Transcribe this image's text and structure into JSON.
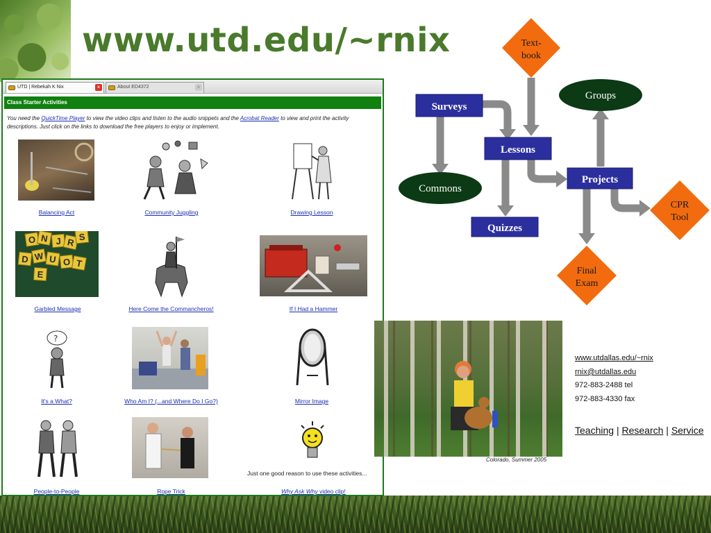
{
  "slide": {
    "title": "www.utd.edu/~rnix"
  },
  "browser": {
    "tabs": [
      {
        "label": "UTD | Rebekah K Nix"
      },
      {
        "label": "About ED4372"
      }
    ],
    "header": "Class Starter Activities",
    "intro": {
      "part1": "You need the ",
      "quicktime": "QuickTime Player",
      "part2": " to view the video clips and listen to the audio snippets and the ",
      "acrobat": "Acrobat Reader",
      "part3": " to view and print the activity descriptions. Just click on the links to download the free players to enjoy or implement."
    },
    "activities": [
      {
        "label": "Balancing Act"
      },
      {
        "label": "Community Juggling"
      },
      {
        "label": "Drawing Lesson"
      },
      {
        "label": "Garbled Message"
      },
      {
        "label": "Here Come the Commancheros!"
      },
      {
        "label": "If I Had a Hammer"
      },
      {
        "label": "It's a What?"
      },
      {
        "label": "Who Am I? (...and Where Do I Go?)"
      },
      {
        "label": "Mirror Image"
      },
      {
        "label": "People-to-People"
      },
      {
        "label": "Rope Trick"
      }
    ],
    "reason_text": "Just one good reason to use these activities...",
    "why_link": {
      "em": "Why Ask Why",
      "rest": " video clip!"
    },
    "garbled_letters": [
      "O",
      "N",
      "J",
      "R",
      "S",
      "D",
      "W",
      "U",
      "O",
      "T",
      "E"
    ]
  },
  "diagram": {
    "nodes": {
      "textbook": "Text-\nbook",
      "textbook_l1": "Text-",
      "textbook_l2": "book",
      "surveys": "Surveys",
      "groups": "Groups",
      "lessons": "Lessons",
      "commons": "Commons",
      "projects": "Projects",
      "quizzes": "Quizzes",
      "cpr_l1": "CPR",
      "cpr_l2": "Tool",
      "final_l1": "Final",
      "final_l2": "Exam"
    },
    "colors": {
      "box": "#2b2f9e",
      "ellipse": "#0b3a14",
      "diamond": "#f26b0f",
      "arrow": "#8a8a8a"
    }
  },
  "photo": {
    "caption": "Colorado, Summer 2005"
  },
  "contact": {
    "website": "www.utdallas.edu/~rnix",
    "email": "rnix@utdallas.edu",
    "tel": "972-883-2488 tel",
    "fax": "972-883-4330 fax"
  },
  "nav": {
    "teaching": "Teaching",
    "research": "Research",
    "service": "Service",
    "separator": "|"
  }
}
